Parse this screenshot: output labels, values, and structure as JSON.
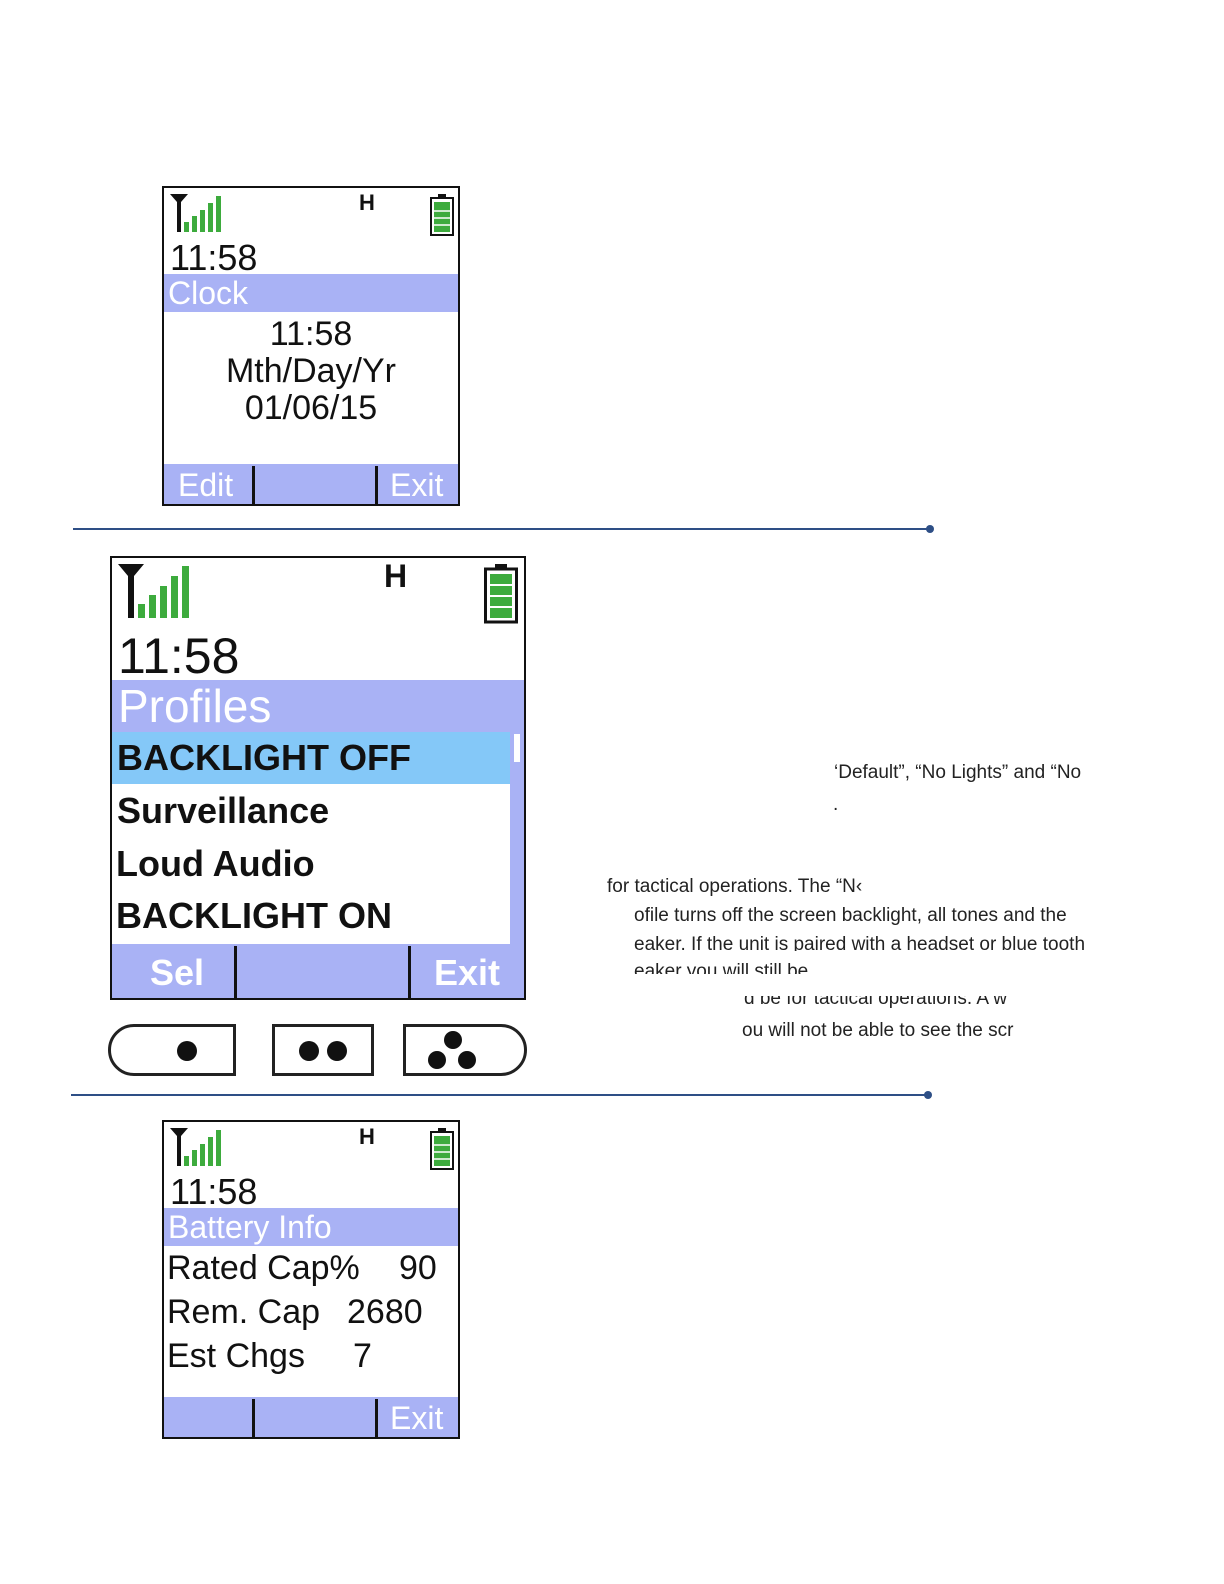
{
  "screen1": {
    "mode_indicator": "H",
    "status_time": "11:58",
    "title": "Clock",
    "body_lines": [
      "11:58",
      "Mth/Day/Yr",
      "01/06/15"
    ],
    "softkey_left": "Edit",
    "softkey_right": "Exit"
  },
  "screen2": {
    "mode_indicator": "H",
    "status_time": "11:58",
    "title": "Profiles",
    "items": [
      "BACKLIGHT OFF",
      "Surveillance",
      "Loud Audio",
      "BACKLIGHT ON"
    ],
    "selected_index": 0,
    "softkey_left": "Sel",
    "softkey_right": "Exit"
  },
  "screen3": {
    "mode_indicator": "H",
    "status_time": "11:58",
    "title": "Battery Info",
    "rows": [
      {
        "label": "Rated Cap%",
        "value": "90"
      },
      {
        "label": "Rem. Cap",
        "value": "2680"
      },
      {
        "label": "Est Chgs",
        "value": "7"
      }
    ],
    "softkey_right": "Exit"
  },
  "doc_text": {
    "line1": "‘Default”, “No Lights” and “No",
    "line2": ".",
    "line3": "for tactical operations. The “N‹",
    "line4": "ofile turns off the screen backlight, all tones and the",
    "line5": "eaker. If the unit is paired with a headset or blue tooth",
    "line6": "eaker you will still be",
    "line7": "d be for tactical operations. A w",
    "line8": "ou will not be able to see the scr"
  },
  "colors": {
    "header": "#a9b2f5",
    "selected": "#84c8f8",
    "signal": "#3dab3d",
    "rule": "#2e4f86"
  }
}
